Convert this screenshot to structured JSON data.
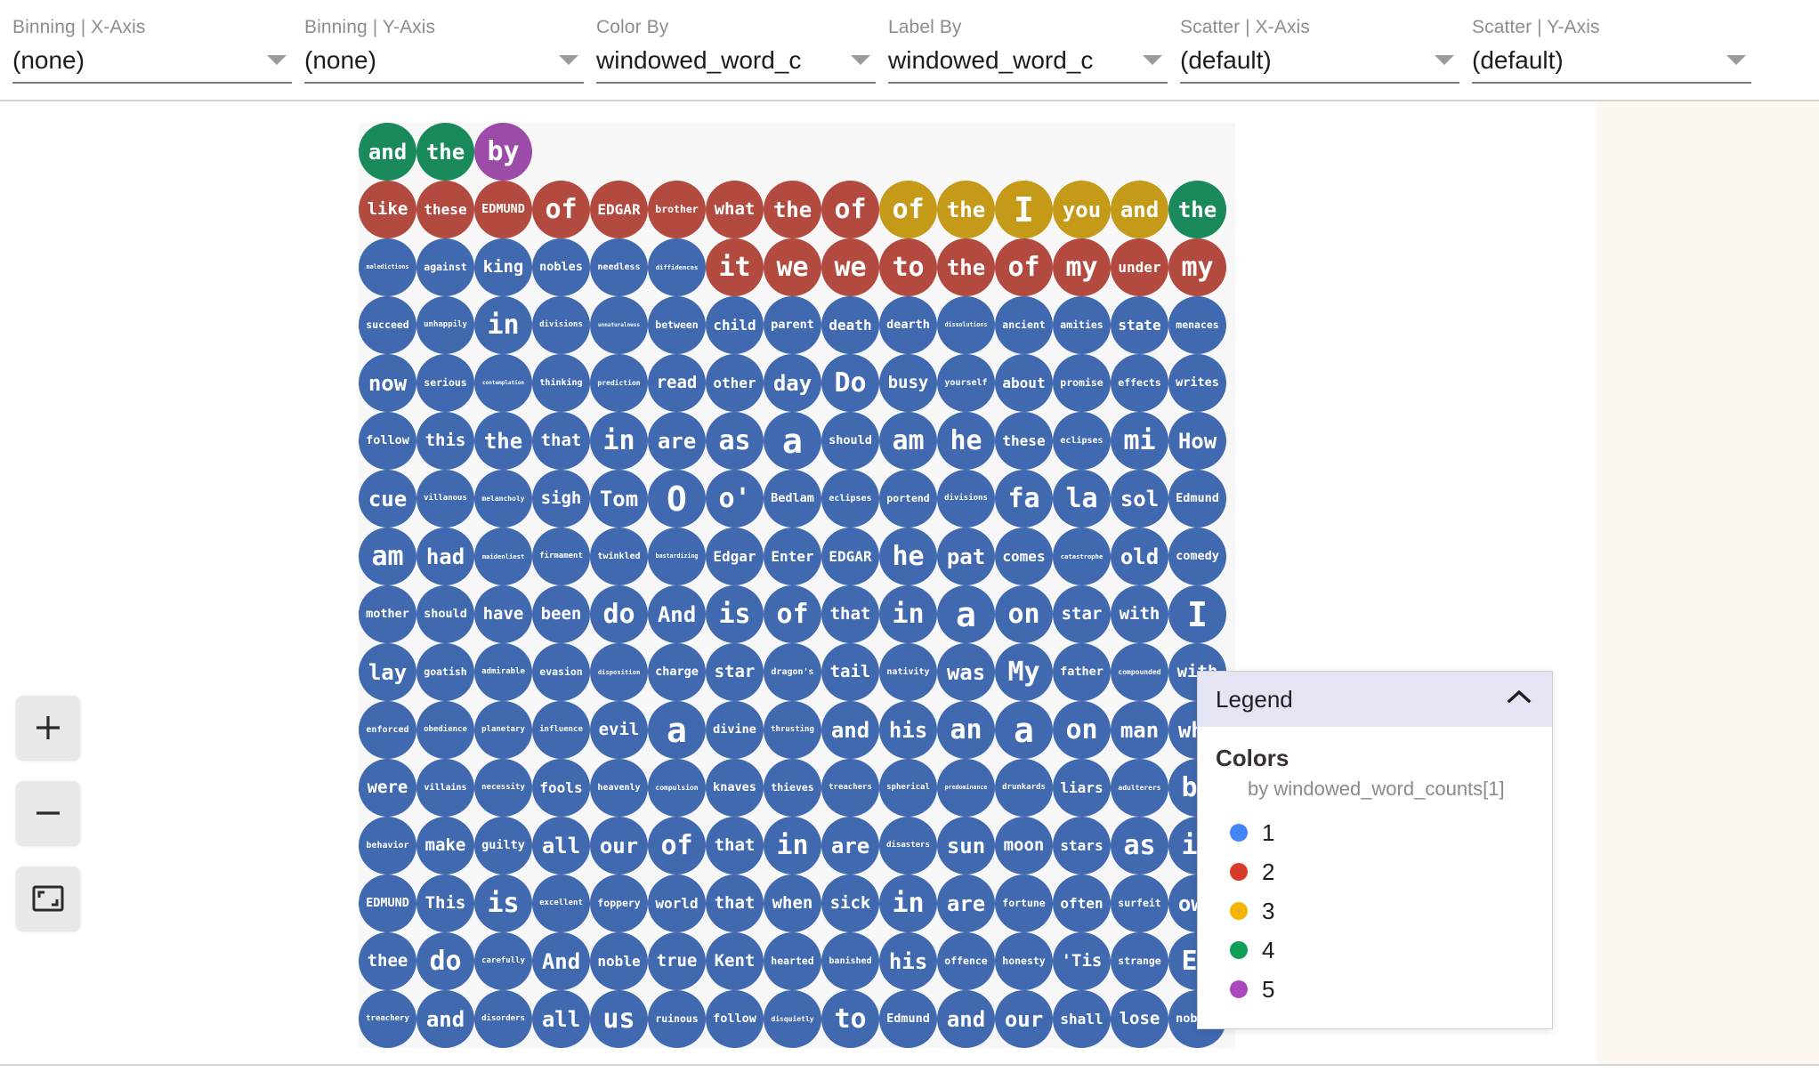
{
  "toolbar": {
    "fields": [
      {
        "label": "Binning | X-Axis",
        "value": "(none)",
        "icon": "chevron-down-icon"
      },
      {
        "label": "Binning | Y-Axis",
        "value": "(none)",
        "icon": "chevron-down-icon"
      },
      {
        "label": "Color By",
        "value": "windowed_word_c",
        "icon": "chevron-down-icon"
      },
      {
        "label": "Label By",
        "value": "windowed_word_c",
        "icon": "chevron-down-icon"
      },
      {
        "label": "Scatter | X-Axis",
        "value": "(default)",
        "icon": "chevron-down-icon"
      },
      {
        "label": "Scatter | Y-Axis",
        "value": "(default)",
        "icon": "chevron-down-icon"
      }
    ]
  },
  "zoom_controls": [
    {
      "name": "zoom-in-button",
      "icon": "plus-icon"
    },
    {
      "name": "zoom-out-button",
      "icon": "minus-icon"
    },
    {
      "name": "fit-to-screen-button",
      "icon": "fit-screen-icon"
    }
  ],
  "legend": {
    "title": "Legend",
    "collapse_icon": "chevron-up-icon",
    "section_title": "Colors",
    "subtitle": "by windowed_word_counts[1]",
    "items": [
      {
        "label": "1",
        "color": "#4285f4"
      },
      {
        "label": "2",
        "color": "#d93b2b"
      },
      {
        "label": "3",
        "color": "#f5b400"
      },
      {
        "label": "4",
        "color": "#109d58"
      },
      {
        "label": "5",
        "color": "#ab47bc"
      }
    ]
  },
  "chart_data": {
    "type": "scatter",
    "title": "",
    "xlabel": "",
    "ylabel": "",
    "color_by": "windowed_word_counts[1]",
    "label_by": "windowed_word_counts[1]",
    "palette": {
      "1": "#4069b0",
      "2": "#b24a40",
      "3": "#c49a18",
      "4": "#1a8a5c",
      "5": "#9c4ba8"
    },
    "columns": 15,
    "rows": [
      [
        {
          "t": "and",
          "c": 4
        },
        {
          "t": "the",
          "c": 4
        },
        {
          "t": "by",
          "c": 5
        },
        null,
        null,
        null,
        null,
        null,
        null,
        null,
        null,
        null,
        null,
        null,
        null
      ],
      [
        {
          "t": "like",
          "c": 2
        },
        {
          "t": "these",
          "c": 2
        },
        {
          "t": "EDMUND",
          "c": 2
        },
        {
          "t": "of",
          "c": 2
        },
        {
          "t": "EDGAR",
          "c": 2
        },
        {
          "t": "brother",
          "c": 2
        },
        {
          "t": "what",
          "c": 2
        },
        {
          "t": "the",
          "c": 2
        },
        {
          "t": "of",
          "c": 2
        },
        {
          "t": "of",
          "c": 3
        },
        {
          "t": "the",
          "c": 3
        },
        {
          "t": "I",
          "c": 3
        },
        {
          "t": "you",
          "c": 3
        },
        {
          "t": "and",
          "c": 3
        },
        {
          "t": "the",
          "c": 4
        }
      ],
      [
        {
          "t": "maledictions",
          "c": 1
        },
        {
          "t": "against",
          "c": 1
        },
        {
          "t": "king",
          "c": 1
        },
        {
          "t": "nobles",
          "c": 1
        },
        {
          "t": "needless",
          "c": 1
        },
        {
          "t": "diffidences",
          "c": 1
        },
        {
          "t": "it",
          "c": 2
        },
        {
          "t": "we",
          "c": 2
        },
        {
          "t": "we",
          "c": 2
        },
        {
          "t": "to",
          "c": 2
        },
        {
          "t": "the",
          "c": 2
        },
        {
          "t": "of",
          "c": 2
        },
        {
          "t": "my",
          "c": 2
        },
        {
          "t": "under",
          "c": 2
        },
        {
          "t": "my",
          "c": 2
        }
      ],
      [
        {
          "t": "succeed",
          "c": 1
        },
        {
          "t": "unhappily",
          "c": 1
        },
        {
          "t": "in",
          "c": 1
        },
        {
          "t": "divisions",
          "c": 1
        },
        {
          "t": "unnaturalness",
          "c": 1
        },
        {
          "t": "between",
          "c": 1
        },
        {
          "t": "child",
          "c": 1
        },
        {
          "t": "parent",
          "c": 1
        },
        {
          "t": "death",
          "c": 1
        },
        {
          "t": "dearth",
          "c": 1
        },
        {
          "t": "dissolutions",
          "c": 1
        },
        {
          "t": "ancient",
          "c": 1
        },
        {
          "t": "amities",
          "c": 1
        },
        {
          "t": "state",
          "c": 1
        },
        {
          "t": "menaces",
          "c": 1
        }
      ],
      [
        {
          "t": "now",
          "c": 1
        },
        {
          "t": "serious",
          "c": 1
        },
        {
          "t": "contemplation",
          "c": 1
        },
        {
          "t": "thinking",
          "c": 1
        },
        {
          "t": "prediction",
          "c": 1
        },
        {
          "t": "read",
          "c": 1
        },
        {
          "t": "other",
          "c": 1
        },
        {
          "t": "day",
          "c": 1
        },
        {
          "t": "Do",
          "c": 1
        },
        {
          "t": "busy",
          "c": 1
        },
        {
          "t": "yourself",
          "c": 1
        },
        {
          "t": "about",
          "c": 1
        },
        {
          "t": "promise",
          "c": 1
        },
        {
          "t": "effects",
          "c": 1
        },
        {
          "t": "writes",
          "c": 1
        }
      ],
      [
        {
          "t": "follow",
          "c": 1
        },
        {
          "t": "this",
          "c": 1
        },
        {
          "t": "the",
          "c": 1
        },
        {
          "t": "that",
          "c": 1
        },
        {
          "t": "in",
          "c": 1
        },
        {
          "t": "are",
          "c": 1
        },
        {
          "t": "as",
          "c": 1
        },
        {
          "t": "a",
          "c": 1
        },
        {
          "t": "should",
          "c": 1
        },
        {
          "t": "am",
          "c": 1
        },
        {
          "t": "he",
          "c": 1
        },
        {
          "t": "these",
          "c": 1
        },
        {
          "t": "eclipses",
          "c": 1
        },
        {
          "t": "mi",
          "c": 1
        },
        {
          "t": "How",
          "c": 1
        }
      ],
      [
        {
          "t": "cue",
          "c": 1
        },
        {
          "t": "villanous",
          "c": 1
        },
        {
          "t": "melancholy",
          "c": 1
        },
        {
          "t": "sigh",
          "c": 1
        },
        {
          "t": "Tom",
          "c": 1
        },
        {
          "t": "O",
          "c": 1
        },
        {
          "t": "o'",
          "c": 1
        },
        {
          "t": "Bedlam",
          "c": 1
        },
        {
          "t": "eclipses",
          "c": 1
        },
        {
          "t": "portend",
          "c": 1
        },
        {
          "t": "divisions",
          "c": 1
        },
        {
          "t": "fa",
          "c": 1
        },
        {
          "t": "la",
          "c": 1
        },
        {
          "t": "sol",
          "c": 1
        },
        {
          "t": "Edmund",
          "c": 1
        }
      ],
      [
        {
          "t": "am",
          "c": 1
        },
        {
          "t": "had",
          "c": 1
        },
        {
          "t": "maidenliest",
          "c": 1
        },
        {
          "t": "firmament",
          "c": 1
        },
        {
          "t": "twinkled",
          "c": 1
        },
        {
          "t": "bastardizing",
          "c": 1
        },
        {
          "t": "Edgar",
          "c": 1
        },
        {
          "t": "Enter",
          "c": 1
        },
        {
          "t": "EDGAR",
          "c": 1
        },
        {
          "t": "he",
          "c": 1
        },
        {
          "t": "pat",
          "c": 1
        },
        {
          "t": "comes",
          "c": 1
        },
        {
          "t": "catastrophe",
          "c": 1
        },
        {
          "t": "old",
          "c": 1
        },
        {
          "t": "comedy",
          "c": 1
        }
      ],
      [
        {
          "t": "mother",
          "c": 1
        },
        {
          "t": "should",
          "c": 1
        },
        {
          "t": "have",
          "c": 1
        },
        {
          "t": "been",
          "c": 1
        },
        {
          "t": "do",
          "c": 1
        },
        {
          "t": "And",
          "c": 1
        },
        {
          "t": "is",
          "c": 1
        },
        {
          "t": "of",
          "c": 1
        },
        {
          "t": "that",
          "c": 1
        },
        {
          "t": "in",
          "c": 1
        },
        {
          "t": "a",
          "c": 1
        },
        {
          "t": "on",
          "c": 1
        },
        {
          "t": "star",
          "c": 1
        },
        {
          "t": "with",
          "c": 1
        },
        {
          "t": "I",
          "c": 1
        }
      ],
      [
        {
          "t": "lay",
          "c": 1
        },
        {
          "t": "goatish",
          "c": 1
        },
        {
          "t": "admirable",
          "c": 1
        },
        {
          "t": "evasion",
          "c": 1
        },
        {
          "t": "disposition",
          "c": 1
        },
        {
          "t": "charge",
          "c": 1
        },
        {
          "t": "star",
          "c": 1
        },
        {
          "t": "dragon's",
          "c": 1
        },
        {
          "t": "tail",
          "c": 1
        },
        {
          "t": "nativity",
          "c": 1
        },
        {
          "t": "was",
          "c": 1
        },
        {
          "t": "My",
          "c": 1
        },
        {
          "t": "father",
          "c": 1
        },
        {
          "t": "compounded",
          "c": 1
        },
        {
          "t": "with",
          "c": 1
        }
      ],
      [
        {
          "t": "enforced",
          "c": 1
        },
        {
          "t": "obedience",
          "c": 1
        },
        {
          "t": "planetary",
          "c": 1
        },
        {
          "t": "influence",
          "c": 1
        },
        {
          "t": "evil",
          "c": 1
        },
        {
          "t": "a",
          "c": 1
        },
        {
          "t": "divine",
          "c": 1
        },
        {
          "t": "thrusting",
          "c": 1
        },
        {
          "t": "and",
          "c": 1
        },
        {
          "t": "his",
          "c": 1
        },
        {
          "t": "an",
          "c": 1
        },
        {
          "t": "a",
          "c": 1
        },
        {
          "t": "on",
          "c": 1
        },
        {
          "t": "man",
          "c": 1
        },
        {
          "t": "who",
          "c": 1
        }
      ],
      [
        {
          "t": "were",
          "c": 1
        },
        {
          "t": "villains",
          "c": 1
        },
        {
          "t": "necessity",
          "c": 1
        },
        {
          "t": "fools",
          "c": 1
        },
        {
          "t": "heavenly",
          "c": 1
        },
        {
          "t": "compulsion",
          "c": 1
        },
        {
          "t": "knaves",
          "c": 1
        },
        {
          "t": "thieves",
          "c": 1
        },
        {
          "t": "treachers",
          "c": 1
        },
        {
          "t": "spherical",
          "c": 1
        },
        {
          "t": "predominance",
          "c": 1
        },
        {
          "t": "drunkards",
          "c": 1
        },
        {
          "t": "liars",
          "c": 1
        },
        {
          "t": "adulterers",
          "c": 1
        },
        {
          "t": "by",
          "c": 1
        }
      ],
      [
        {
          "t": "behavior",
          "c": 1
        },
        {
          "t": "make",
          "c": 1
        },
        {
          "t": "guilty",
          "c": 1
        },
        {
          "t": "all",
          "c": 1
        },
        {
          "t": "our",
          "c": 1
        },
        {
          "t": "of",
          "c": 1
        },
        {
          "t": "that",
          "c": 1
        },
        {
          "t": "in",
          "c": 1
        },
        {
          "t": "are",
          "c": 1
        },
        {
          "t": "disasters",
          "c": 1
        },
        {
          "t": "sun",
          "c": 1
        },
        {
          "t": "moon",
          "c": 1
        },
        {
          "t": "stars",
          "c": 1
        },
        {
          "t": "as",
          "c": 1
        },
        {
          "t": "if",
          "c": 1
        }
      ],
      [
        {
          "t": "EDMUND",
          "c": 1
        },
        {
          "t": "This",
          "c": 1
        },
        {
          "t": "is",
          "c": 1
        },
        {
          "t": "excellent",
          "c": 1
        },
        {
          "t": "foppery",
          "c": 1
        },
        {
          "t": "world",
          "c": 1
        },
        {
          "t": "that",
          "c": 1
        },
        {
          "t": "when",
          "c": 1
        },
        {
          "t": "sick",
          "c": 1
        },
        {
          "t": "in",
          "c": 1
        },
        {
          "t": "are",
          "c": 1
        },
        {
          "t": "fortune",
          "c": 1
        },
        {
          "t": "often",
          "c": 1
        },
        {
          "t": "surfeit",
          "c": 1
        },
        {
          "t": "own",
          "c": 1
        }
      ],
      [
        {
          "t": "thee",
          "c": 1
        },
        {
          "t": "do",
          "c": 1
        },
        {
          "t": "carefully",
          "c": 1
        },
        {
          "t": "And",
          "c": 1
        },
        {
          "t": "noble",
          "c": 1
        },
        {
          "t": "true",
          "c": 1
        },
        {
          "t": "Kent",
          "c": 1
        },
        {
          "t": "hearted",
          "c": 1
        },
        {
          "t": "banished",
          "c": 1
        },
        {
          "t": "his",
          "c": 1
        },
        {
          "t": "offence",
          "c": 1
        },
        {
          "t": "honesty",
          "c": 1
        },
        {
          "t": "'Tis",
          "c": 1
        },
        {
          "t": "strange",
          "c": 1
        },
        {
          "t": "Ed",
          "c": 1
        }
      ],
      [
        {
          "t": "treachery",
          "c": 1
        },
        {
          "t": "and",
          "c": 1
        },
        {
          "t": "disorders",
          "c": 1
        },
        {
          "t": "all",
          "c": 1
        },
        {
          "t": "us",
          "c": 1
        },
        {
          "t": "ruinous",
          "c": 1
        },
        {
          "t": "follow",
          "c": 1
        },
        {
          "t": "disquietly",
          "c": 1
        },
        {
          "t": "to",
          "c": 1
        },
        {
          "t": "Edmund",
          "c": 1
        },
        {
          "t": "and",
          "c": 1
        },
        {
          "t": "our",
          "c": 1
        },
        {
          "t": "shall",
          "c": 1
        },
        {
          "t": "lose",
          "c": 1
        },
        {
          "t": "nobles",
          "c": 1
        }
      ]
    ]
  }
}
